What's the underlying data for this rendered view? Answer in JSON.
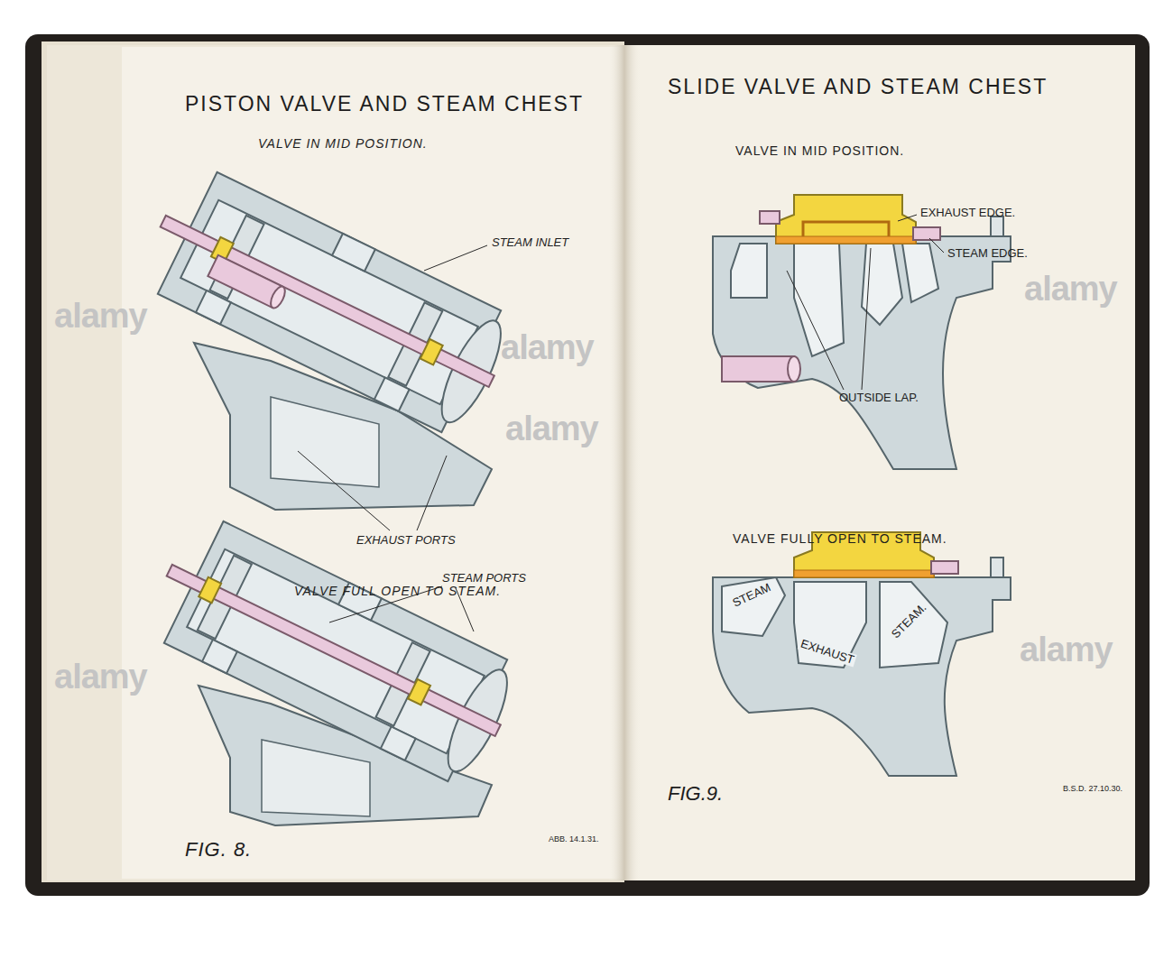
{
  "diagram": {
    "labels": [
      "PISTON VALVE AND STEAM CHEST",
      "VALVE IN MID POSITION.",
      "STEAM INLET",
      "EXHAUST PORTS",
      "VALVE FULL OPEN TO STEAM.",
      "STEAM PORTS",
      "FIG. 8.",
      "ABB. 14.1.31.",
      "SLIDE VALVE AND STEAM CHEST",
      "VALVE IN MID POSITION.",
      "EXHAUST EDGE.",
      "STEAM EDGE.",
      "OUTSIDE LAP.",
      "VALVE FULLY OPEN TO STEAM.",
      "STEAM",
      "EXHAUST",
      "STEAM.",
      "FIG.9.",
      "B.S.D. 27.10.30.",
      "alamy",
      "alamy",
      "alamy",
      "alamy",
      "alamy",
      "alamy"
    ]
  }
}
